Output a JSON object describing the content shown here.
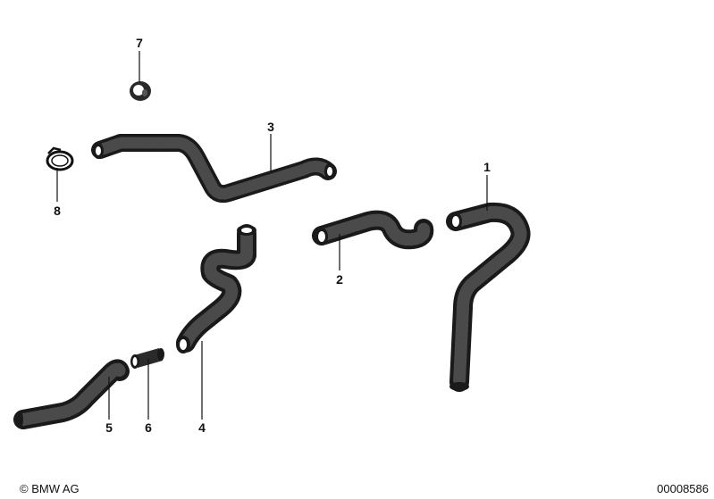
{
  "parts": [
    {
      "number": "1",
      "kind": "hose"
    },
    {
      "number": "2",
      "kind": "hose"
    },
    {
      "number": "3",
      "kind": "hose"
    },
    {
      "number": "4",
      "kind": "hose"
    },
    {
      "number": "5",
      "kind": "hose"
    },
    {
      "number": "6",
      "kind": "connector sleeve"
    },
    {
      "number": "7",
      "kind": "grommet"
    },
    {
      "number": "8",
      "kind": "hose clamp"
    }
  ],
  "copyright": "© BMW AG",
  "diagram_id": "00008586",
  "colors": {
    "ink": "#111111",
    "hose": "#2a2a2a",
    "hose_highlight": "#ffffff",
    "background": "#ffffff"
  }
}
